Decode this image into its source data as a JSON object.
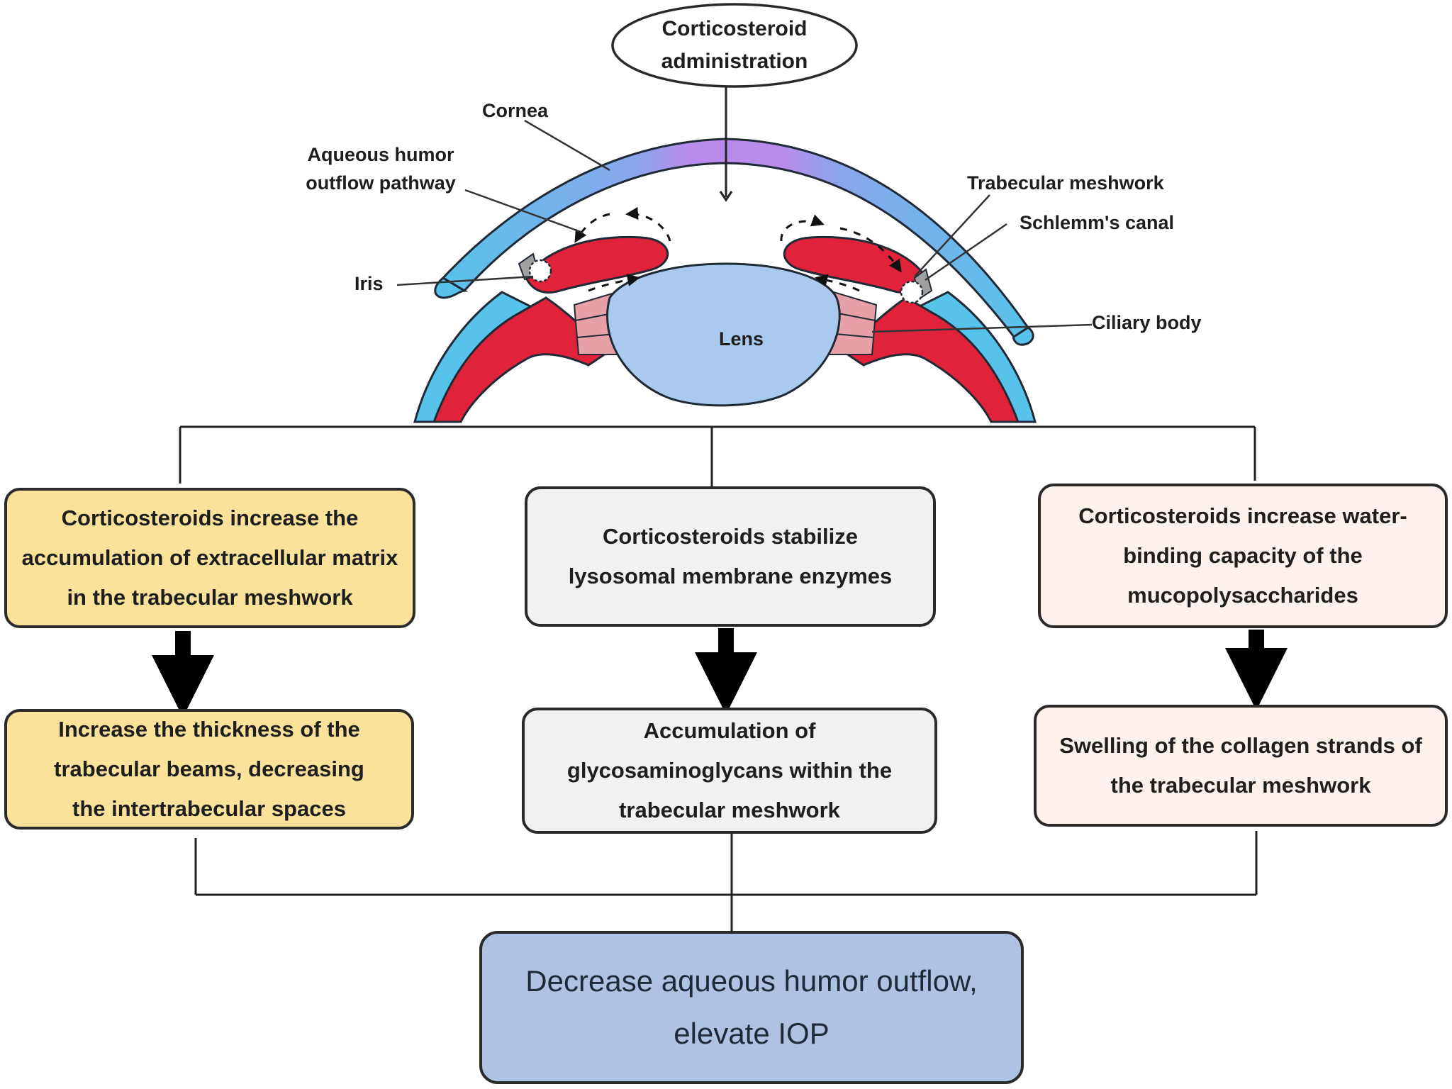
{
  "start": {
    "text": "Corticosteroid administration"
  },
  "anatomy": {
    "cornea": "Cornea",
    "aqueous_pathway": "Aqueous humor outflow pathway",
    "iris": "Iris",
    "lens": "Lens",
    "trabecular_meshwork": "Trabecular meshwork",
    "schlemms_canal": "Schlemm's canal",
    "ciliary_body": "Ciliary body"
  },
  "mechanisms": [
    {
      "cause": "Corticosteroids increase the accumulation of extracellular matrix in the trabecular meshwork",
      "effect": "Increase the thickness of the trabecular beams, decreasing the intertrabecular spaces"
    },
    {
      "cause": "Corticosteroids stabilize lysosomal membrane enzymes",
      "effect": "Accumulation of glycosaminoglycans within the trabecular meshwork"
    },
    {
      "cause": "Corticosteroids increase water-binding capacity of the mucopolysaccharides",
      "effect": "Swelling of the collagen strands of the trabecular meshwork"
    }
  ],
  "outcome": {
    "text": "Decrease aqueous humor outflow, elevate IOP"
  },
  "colors": {
    "cornea_blue": "#58c3ea",
    "cornea_purple": "#b98cec",
    "iris_red": "#e0233a",
    "lens_blue": "#a9c9ee",
    "box1_fill": "#fbe29a",
    "box2_fill": "#f1f1f3",
    "box3_fill": "#fdf3ec",
    "outcome_fill": "#aec3e4"
  }
}
